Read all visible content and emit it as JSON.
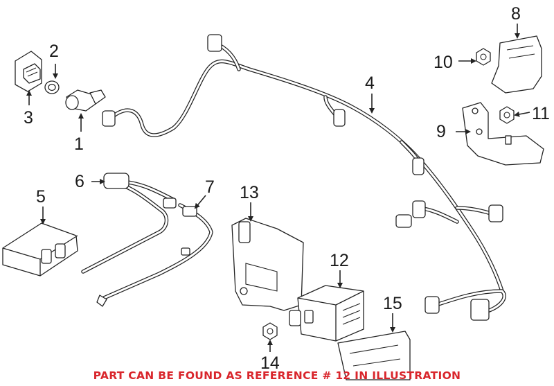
{
  "diagram": {
    "callouts": [
      "1",
      "2",
      "3",
      "4",
      "5",
      "6",
      "7",
      "8",
      "9",
      "10",
      "11",
      "12",
      "13",
      "14",
      "15"
    ],
    "footer_note": "PART CAN BE FOUND AS REFERENCE # 12 IN ILLUSTRATION",
    "colors": {
      "line": "#222222",
      "note": "#d9262c",
      "background": "#ffffff"
    }
  }
}
